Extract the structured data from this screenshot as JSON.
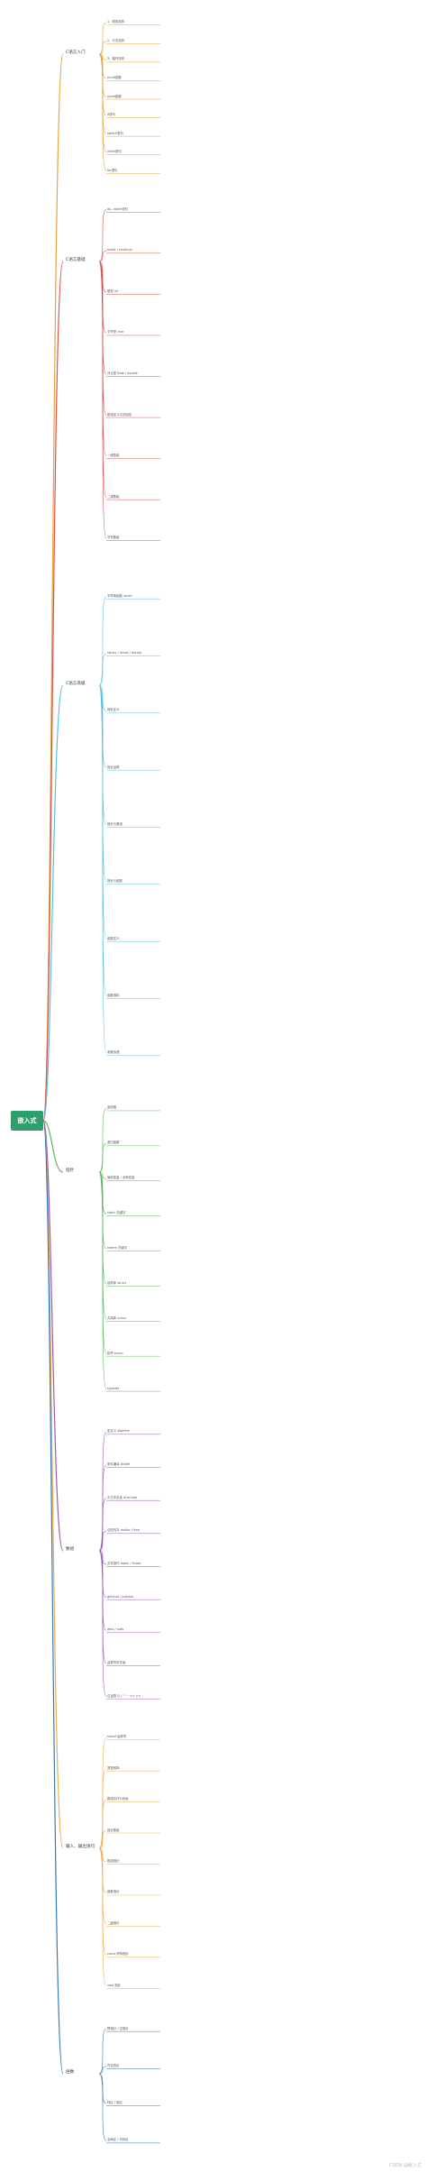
{
  "root": {
    "label": "嵌入式"
  },
  "branches": [
    {
      "label": "C语言入门"
    },
    {
      "label": "C语言基础"
    },
    {
      "label": "C语言高级"
    },
    {
      "label": "指针"
    },
    {
      "label": "数组"
    },
    {
      "label": "输入、输出语句"
    },
    {
      "label": "函数"
    }
  ],
  "leaves": [
    "1、顺序结构",
    "2、分支结构",
    "3、循环结构",
    "printf函数",
    "scanf函数",
    "if语句",
    "switch语句",
    "while语句",
    "for语句",
    "do...while语句",
    "break / continue",
    "整型 int",
    "字符型 char",
    "浮点型 float / double",
    "数组定义与初始化",
    "一维数组",
    "二维数组",
    "字符数组",
    "字符串函数 strlen",
    "strcpy / strcat / strcmp",
    "指针定义",
    "指针运算",
    "指针与数组",
    "指针与函数",
    "函数定义",
    "函数调用",
    "参数传递",
    "返回值",
    "递归函数",
    "局部变量 / 全局变量",
    "static 关键字",
    "extern 关键字",
    "结构体 struct",
    "共用体 union",
    "枚举 enum",
    "typedef",
    "宏定义 #define",
    "条件编译 #ifdef",
    "头文件包含 #include",
    "动态内存 malloc / free",
    "文件操作 fopen / fclose",
    "getchar / putchar",
    "gets / puts",
    "运算符优先级",
    "位运算 & | ^ ~ << >>",
    "sizeof 运算符",
    "类型转换",
    "数组名作为地址",
    "指针数组",
    "数组指针",
    "函数指针",
    "二级指针",
    "const 修饰指针",
    "void 指针",
    "野指针 / 空指针",
    "内存四区",
    "栈区 / 堆区",
    "全局区 / 代码区"
  ],
  "footer": {
    "watermark": "CSDN @嵌入式"
  }
}
